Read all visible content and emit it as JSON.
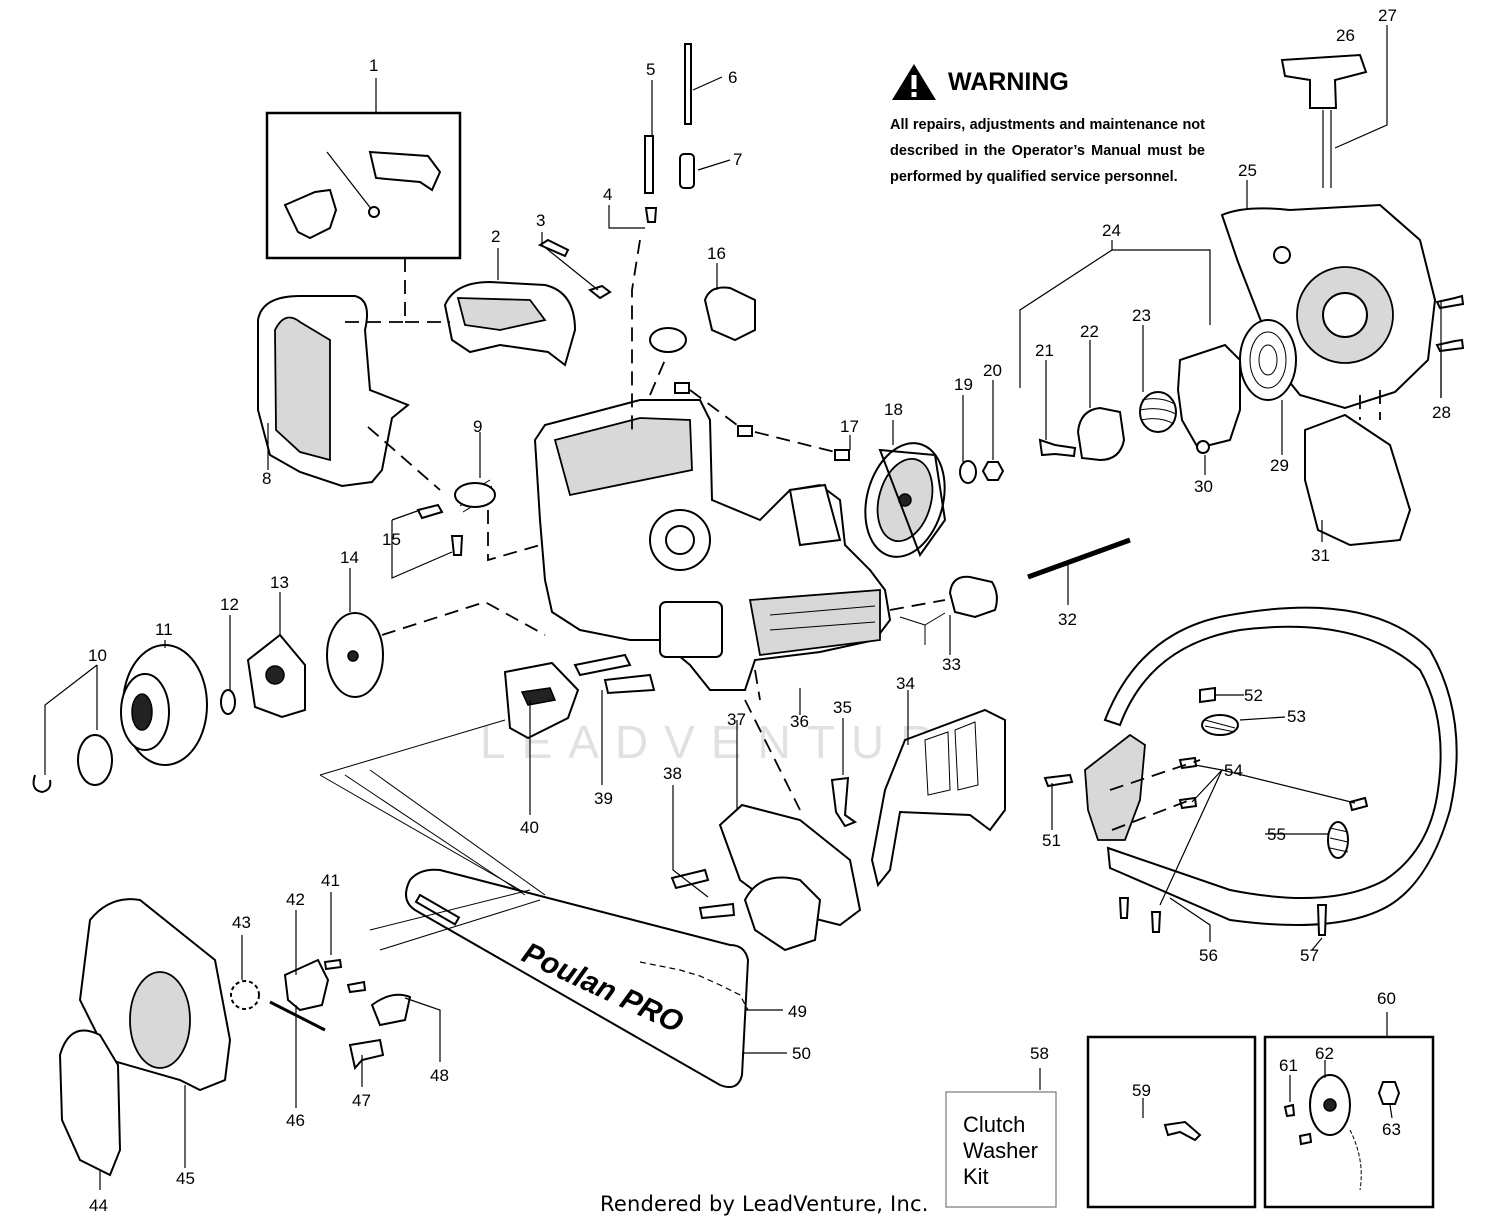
{
  "warning": {
    "title": "WARNING",
    "text": "All repairs, adjustments and maintenance not described in the Operator’s Manual must be performed by qualified service personnel."
  },
  "kit": {
    "label": "Clutch Washer Kit"
  },
  "footer": "Rendered by LeadVenture, Inc.",
  "watermark": "LEADVENTURE",
  "brand_on_bar": "Poulan PRO",
  "callouts": [
    "1",
    "2",
    "3",
    "4",
    "5",
    "6",
    "7",
    "8",
    "9",
    "10",
    "11",
    "12",
    "13",
    "14",
    "15",
    "16",
    "17",
    "18",
    "19",
    "20",
    "21",
    "22",
    "23",
    "24",
    "25",
    "26",
    "27",
    "28",
    "29",
    "30",
    "31",
    "32",
    "33",
    "34",
    "35",
    "36",
    "37",
    "38",
    "39",
    "40",
    "41",
    "42",
    "43",
    "44",
    "45",
    "46",
    "47",
    "48",
    "49",
    "50",
    "51",
    "52",
    "53",
    "54",
    "55",
    "56",
    "57",
    "58",
    "59",
    "60",
    "61",
    "62",
    "63"
  ]
}
